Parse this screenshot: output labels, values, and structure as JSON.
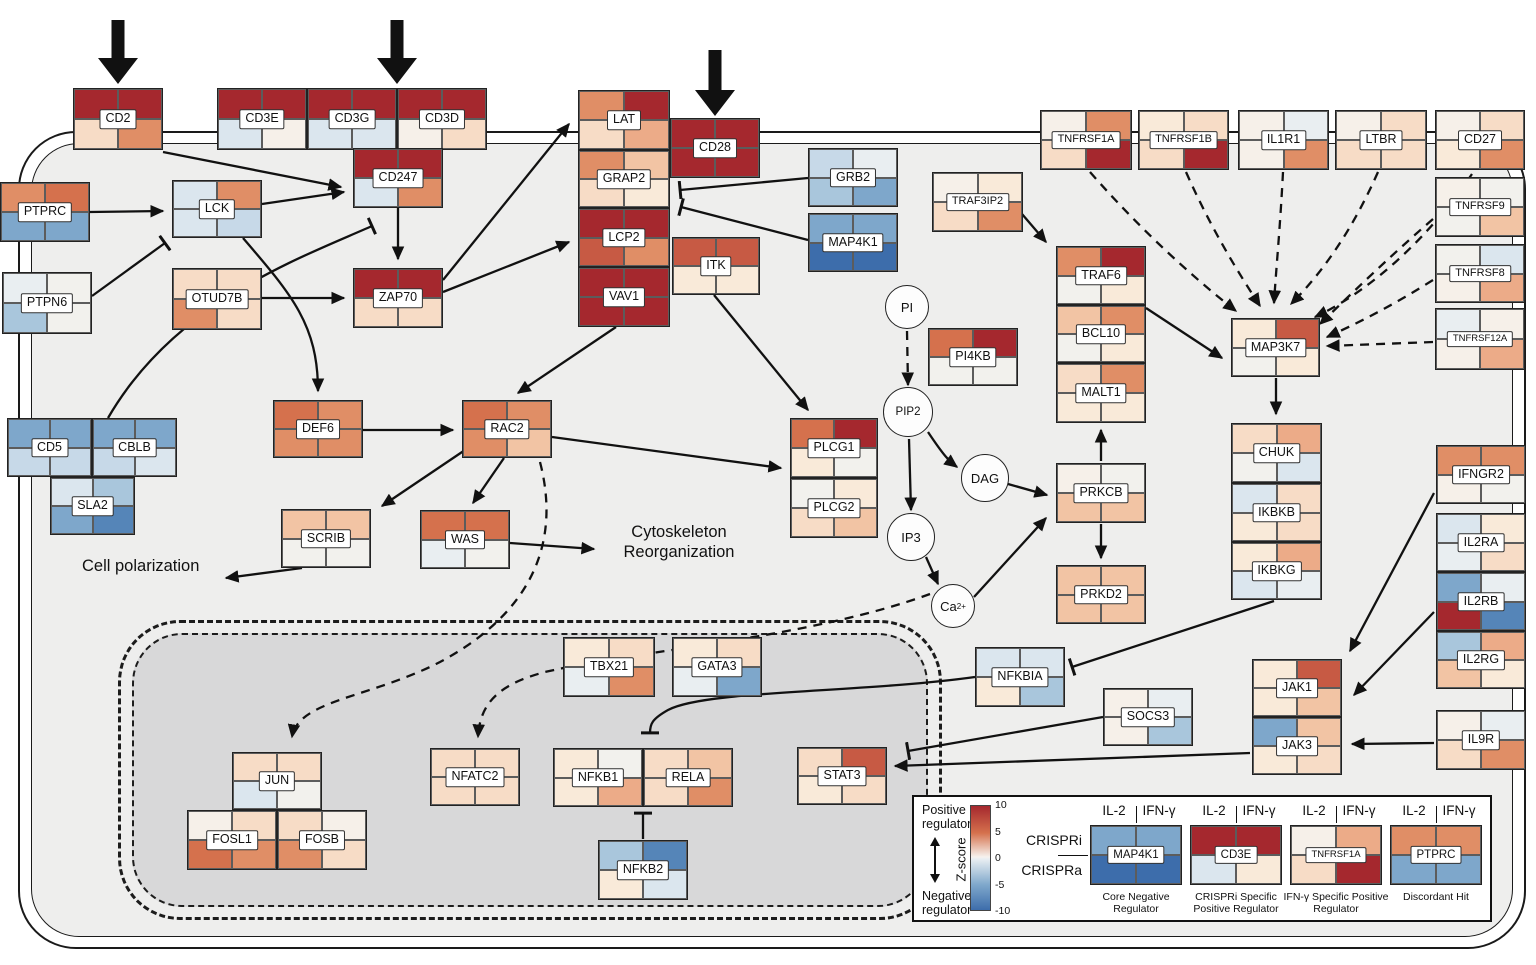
{
  "palette": {
    "r5": "#a5282e",
    "r4": "#c75a44",
    "r3": "#d5714d",
    "r2": "#e08e66",
    "r15": "#ecab88",
    "r1": "#f2c4a4",
    "r05": "#f7dcc6",
    "r02": "#f9ead9",
    "w": "#f6f0e9",
    "w0": "#f2f1ed",
    "b02": "#e9eef1",
    "b05": "#dbe6ee",
    "b1": "#c7d9e8",
    "b2": "#a9c6dc",
    "b3": "#7ea7cb",
    "b4": "#5585b8",
    "b5": "#3d6dab"
  },
  "nodes": [
    {
      "id": "CD2",
      "label": "CD2",
      "cells": [
        "r5",
        "r5",
        "r05",
        "r2"
      ]
    },
    {
      "id": "CD3E",
      "label": "CD3E",
      "cells": [
        "r5",
        "r5",
        "b05",
        "w"
      ]
    },
    {
      "id": "CD3G",
      "label": "CD3G",
      "cells": [
        "r5",
        "r5",
        "b05",
        "b05"
      ]
    },
    {
      "id": "CD3D",
      "label": "CD3D",
      "cells": [
        "r5",
        "r5",
        "w",
        "r05"
      ]
    },
    {
      "id": "CD28",
      "label": "CD28",
      "cells": [
        "r5",
        "r5",
        "r5",
        "r5"
      ]
    },
    {
      "id": "LAT",
      "label": "LAT",
      "cells": [
        "r2",
        "r5",
        "r05",
        "r15"
      ]
    },
    {
      "id": "GRAP2",
      "label": "GRAP2",
      "cells": [
        "r2",
        "r1",
        "r05",
        "r02"
      ]
    },
    {
      "id": "LCP2",
      "label": "LCP2",
      "cells": [
        "r5",
        "r5",
        "r4",
        "r2"
      ]
    },
    {
      "id": "VAV1",
      "label": "VAV1",
      "cells": [
        "r5",
        "r5",
        "r5",
        "r5"
      ]
    },
    {
      "id": "ITK",
      "label": "ITK",
      "cells": [
        "r4",
        "r4",
        "r02",
        "r02"
      ]
    },
    {
      "id": "PTPRC",
      "label": "PTPRC",
      "cells": [
        "r2",
        "r3",
        "b3",
        "b3"
      ]
    },
    {
      "id": "LCK",
      "label": "LCK",
      "cells": [
        "b05",
        "r2",
        "b05",
        "b1"
      ]
    },
    {
      "id": "PTPN6",
      "label": "PTPN6",
      "cells": [
        "b02",
        "w0",
        "b2",
        "w0"
      ]
    },
    {
      "id": "OTUD7B",
      "label": "OTUD7B",
      "cells": [
        "r05",
        "r05",
        "r2",
        "r05"
      ]
    },
    {
      "id": "CD247",
      "label": "CD247",
      "cells": [
        "r5",
        "r5",
        "b05",
        "r2"
      ]
    },
    {
      "id": "ZAP70",
      "label": "ZAP70",
      "cells": [
        "r5",
        "r5",
        "r05",
        "r05"
      ]
    },
    {
      "id": "GRB2",
      "label": "GRB2",
      "cells": [
        "b1",
        "b02",
        "b2",
        "b3"
      ]
    },
    {
      "id": "MAP4K1",
      "label": "MAP4K1",
      "cells": [
        "b3",
        "b3",
        "b5",
        "b5"
      ]
    },
    {
      "id": "TRAF3IP2",
      "label": "TRAF3IP2",
      "cells": [
        "w",
        "r02",
        "r05",
        "r2"
      ]
    },
    {
      "id": "PI4KB",
      "label": "PI4KB",
      "cells": [
        "r3",
        "r5",
        "w0",
        "w0"
      ]
    },
    {
      "id": "TNFRSF1A",
      "label": "TNFRSF1A",
      "cells": [
        "w",
        "r2",
        "r05",
        "r5"
      ]
    },
    {
      "id": "TNFRSF1B",
      "label": "TNFRSF1B",
      "cells": [
        "r02",
        "r05",
        "r05",
        "r5"
      ]
    },
    {
      "id": "IL1R1",
      "label": "IL1R1",
      "cells": [
        "w",
        "b02",
        "w",
        "r2"
      ]
    },
    {
      "id": "LTBR",
      "label": "LTBR",
      "cells": [
        "w",
        "r05",
        "r05",
        "r05"
      ]
    },
    {
      "id": "CD27",
      "label": "CD27",
      "cells": [
        "w",
        "r05",
        "r02",
        "r2"
      ]
    },
    {
      "id": "TNFRSF9",
      "label": "TNFRSF9",
      "cells": [
        "w",
        "w0",
        "w0",
        "r1"
      ]
    },
    {
      "id": "TNFRSF8",
      "label": "TNFRSF8",
      "cells": [
        "w0",
        "b05",
        "w",
        "r15"
      ]
    },
    {
      "id": "TNFRSF12A",
      "label": "TNFRSF12A",
      "cells": [
        "b02",
        "w",
        "w",
        "r15"
      ]
    },
    {
      "id": "TRAF6",
      "label": "TRAF6",
      "cells": [
        "r2",
        "r5",
        "w0",
        "r02"
      ]
    },
    {
      "id": "BCL10",
      "label": "BCL10",
      "cells": [
        "r1",
        "r2",
        "w0",
        "r02"
      ]
    },
    {
      "id": "MALT1",
      "label": "MALT1",
      "cells": [
        "r05",
        "r2",
        "r02",
        "r02"
      ]
    },
    {
      "id": "MAP3K7",
      "label": "MAP3K7",
      "cells": [
        "r02",
        "r4",
        "w0",
        "r02"
      ]
    },
    {
      "id": "CHUK",
      "label": "CHUK",
      "cells": [
        "r05",
        "r15",
        "w0",
        "b05"
      ]
    },
    {
      "id": "IKBKB",
      "label": "IKBKB",
      "cells": [
        "b05",
        "r05",
        "r02",
        "r05"
      ]
    },
    {
      "id": "IKBKG",
      "label": "IKBKG",
      "cells": [
        "r02",
        "r15",
        "b05",
        "b02"
      ]
    },
    {
      "id": "PRKCB",
      "label": "PRKCB",
      "cells": [
        "w",
        "w0",
        "r1",
        "r1"
      ]
    },
    {
      "id": "PRKD2",
      "label": "PRKD2",
      "cells": [
        "r1",
        "r1",
        "r1",
        "r1"
      ]
    },
    {
      "id": "CD5",
      "label": "CD5",
      "cells": [
        "b3",
        "b3",
        "b1",
        "b1"
      ]
    },
    {
      "id": "CBLB",
      "label": "CBLB",
      "cells": [
        "b3",
        "b3",
        "b1",
        "b05"
      ]
    },
    {
      "id": "SLA2",
      "label": "SLA2",
      "cells": [
        "b05",
        "b2",
        "b3",
        "b4"
      ]
    },
    {
      "id": "DEF6",
      "label": "DEF6",
      "cells": [
        "r3",
        "r2",
        "r2",
        "r2"
      ]
    },
    {
      "id": "RAC2",
      "label": "RAC2",
      "cells": [
        "r3",
        "r2",
        "r2",
        "r1"
      ]
    },
    {
      "id": "SCRIB",
      "label": "SCRIB",
      "cells": [
        "r1",
        "r1",
        "w0",
        "w0"
      ]
    },
    {
      "id": "WAS",
      "label": "WAS",
      "cells": [
        "r3",
        "r3",
        "b02",
        "w0"
      ]
    },
    {
      "id": "PLCG1",
      "label": "PLCG1",
      "cells": [
        "r3",
        "r5",
        "r02",
        "w0"
      ]
    },
    {
      "id": "PLCG2",
      "label": "PLCG2",
      "cells": [
        "w0",
        "r02",
        "r05",
        "r1"
      ]
    },
    {
      "id": "IFNGR2",
      "label": "IFNGR2",
      "cells": [
        "r2",
        "r2",
        "w",
        "w0"
      ]
    },
    {
      "id": "IL2RA",
      "label": "IL2RA",
      "cells": [
        "b05",
        "r02",
        "b02",
        "r05"
      ]
    },
    {
      "id": "IL2RB",
      "label": "IL2RB",
      "cells": [
        "b3",
        "b02",
        "r5",
        "b4"
      ]
    },
    {
      "id": "IL2RG",
      "label": "IL2RG",
      "cells": [
        "b2",
        "r15",
        "r1",
        "r02"
      ]
    },
    {
      "id": "IL9R",
      "label": "IL9R",
      "cells": [
        "w",
        "b02",
        "r05",
        "r2"
      ]
    },
    {
      "id": "NFKBIA",
      "label": "NFKBIA",
      "cells": [
        "b05",
        "b05",
        "r02",
        "b2"
      ]
    },
    {
      "id": "SOCS3",
      "label": "SOCS3",
      "cells": [
        "w",
        "b02",
        "w",
        "b2"
      ]
    },
    {
      "id": "JAK1",
      "label": "JAK1",
      "cells": [
        "r02",
        "r4",
        "r02",
        "r1"
      ]
    },
    {
      "id": "JAK3",
      "label": "JAK3",
      "cells": [
        "b3",
        "r1",
        "r02",
        "r05"
      ]
    },
    {
      "id": "STAT3",
      "label": "STAT3",
      "cells": [
        "r05",
        "r4",
        "r02",
        "r05"
      ]
    },
    {
      "id": "TBX21",
      "label": "TBX21",
      "cells": [
        "r02",
        "r05",
        "b02",
        "r2"
      ]
    },
    {
      "id": "GATA3",
      "label": "GATA3",
      "cells": [
        "r02",
        "r05",
        "b02",
        "b3"
      ]
    },
    {
      "id": "JUN",
      "label": "JUN",
      "cells": [
        "r05",
        "r05",
        "b05",
        "w0"
      ]
    },
    {
      "id": "FOSL1",
      "label": "FOSL1",
      "cells": [
        "w",
        "r05",
        "r3",
        "r2"
      ]
    },
    {
      "id": "FOSB",
      "label": "FOSB",
      "cells": [
        "r05",
        "w",
        "r2",
        "r05"
      ]
    },
    {
      "id": "NFATC2",
      "label": "NFATC2",
      "cells": [
        "r05",
        "r05",
        "r05",
        "r05"
      ]
    },
    {
      "id": "NFKB1",
      "label": "NFKB1",
      "cells": [
        "r02",
        "w0",
        "r02",
        "r15"
      ]
    },
    {
      "id": "RELA",
      "label": "RELA",
      "cells": [
        "r05",
        "r1",
        "r05",
        "r2"
      ]
    },
    {
      "id": "NFKB2",
      "label": "NFKB2",
      "cells": [
        "b2",
        "b4",
        "r02",
        "b05"
      ]
    }
  ],
  "circles": [
    {
      "id": "PI",
      "label": "PI"
    },
    {
      "id": "PIP2",
      "label": "PIP2"
    },
    {
      "id": "DAG",
      "label": "DAG"
    },
    {
      "id": "IP3",
      "label": "IP3"
    },
    {
      "id": "CA",
      "label": "Ca",
      "sup": "2+"
    }
  ],
  "annotations": {
    "cell_polarization": "Cell polarization",
    "cytoskeleton_reorganization": "Cytoskeleton Reorganization"
  },
  "screen_indicator_arrows": [
    {
      "points_at": "CD2"
    },
    {
      "points_at": "CD3G/CD3D"
    },
    {
      "points_at": "CD28"
    }
  ],
  "edges": [
    {
      "from": "CD2",
      "to": "CD247",
      "type": "activates",
      "style": "solid"
    },
    {
      "from": "PTPRC",
      "to": "LCK",
      "type": "activates",
      "style": "solid"
    },
    {
      "from": "LCK",
      "to": "CD247",
      "type": "activates",
      "style": "solid"
    },
    {
      "from": "PTPN6",
      "to": "LCK",
      "type": "inhibits",
      "style": "solid"
    },
    {
      "from": "OTUD7B",
      "to": "ZAP70",
      "type": "activates",
      "style": "solid"
    },
    {
      "from": "CD247",
      "to": "ZAP70",
      "type": "activates",
      "style": "solid"
    },
    {
      "from": "CBLB",
      "to": "CD247",
      "type": "inhibits",
      "style": "solid"
    },
    {
      "from": "LCK",
      "to": "DEF6",
      "type": "activates",
      "style": "solid"
    },
    {
      "from": "ZAP70",
      "to": "LAT",
      "type": "activates",
      "style": "solid"
    },
    {
      "from": "ZAP70",
      "to": "LCP2",
      "type": "activates",
      "style": "solid"
    },
    {
      "from": "GRB2",
      "to": "GRAP2",
      "type": "inhibits",
      "style": "solid"
    },
    {
      "from": "MAP4K1",
      "to": "LCP2",
      "type": "inhibits",
      "style": "solid"
    },
    {
      "from": "VAV1",
      "to": "RAC2",
      "type": "activates",
      "style": "solid"
    },
    {
      "from": "DEF6",
      "to": "RAC2",
      "type": "activates",
      "style": "solid"
    },
    {
      "from": "RAC2",
      "to": "SCRIB",
      "type": "activates",
      "style": "solid"
    },
    {
      "from": "RAC2",
      "to": "WAS",
      "type": "activates",
      "style": "solid"
    },
    {
      "from": "RAC2",
      "to": "PLCG1",
      "type": "activates",
      "style": "solid"
    },
    {
      "from": "ITK",
      "to": "PLCG1",
      "type": "activates",
      "style": "solid"
    },
    {
      "from": "SCRIB",
      "to": "Cell polarization",
      "type": "activates",
      "style": "solid"
    },
    {
      "from": "WAS",
      "to": "Cytoskeleton Reorganization",
      "type": "activates",
      "style": "solid"
    },
    {
      "from": "PI",
      "to": "PIP2",
      "type": "activates",
      "style": "dashed"
    },
    {
      "from": "PIP2",
      "to": "DAG",
      "type": "activates",
      "style": "solid"
    },
    {
      "from": "PIP2",
      "to": "IP3",
      "type": "activates",
      "style": "solid"
    },
    {
      "from": "IP3",
      "to": "Ca2+",
      "type": "activates",
      "style": "solid"
    },
    {
      "from": "DAG",
      "to": "PRKCB",
      "type": "activates",
      "style": "solid"
    },
    {
      "from": "Ca2+",
      "to": "PRKCB",
      "type": "activates",
      "style": "solid"
    },
    {
      "from": "PRKCB",
      "to": "MALT1",
      "type": "activates",
      "style": "solid"
    },
    {
      "from": "PRKCB",
      "to": "PRKD2",
      "type": "activates",
      "style": "solid"
    },
    {
      "from": "TRAF3IP2",
      "to": "TRAF6",
      "type": "activates",
      "style": "solid"
    },
    {
      "from": "TRAF6",
      "to": "MAP3K7",
      "type": "activates",
      "style": "solid"
    },
    {
      "from": "TNFRSF1A",
      "to": "MAP3K7",
      "type": "activates",
      "style": "dashed"
    },
    {
      "from": "TNFRSF1B",
      "to": "MAP3K7",
      "type": "activates",
      "style": "dashed"
    },
    {
      "from": "IL1R1",
      "to": "MAP3K7",
      "type": "activates",
      "style": "dashed"
    },
    {
      "from": "LTBR",
      "to": "MAP3K7",
      "type": "activates",
      "style": "dashed"
    },
    {
      "from": "CD27",
      "to": "MAP3K7",
      "type": "activates",
      "style": "dashed"
    },
    {
      "from": "TNFRSF9",
      "to": "MAP3K7",
      "type": "activates",
      "style": "dashed"
    },
    {
      "from": "TNFRSF8",
      "to": "MAP3K7",
      "type": "activates",
      "style": "dashed"
    },
    {
      "from": "TNFRSF12A",
      "to": "MAP3K7",
      "type": "activates",
      "style": "dashed"
    },
    {
      "from": "MAP3K7",
      "to": "CHUK",
      "type": "activates",
      "style": "solid"
    },
    {
      "from": "IKBKG",
      "to": "NFKBIA",
      "type": "inhibits",
      "style": "solid"
    },
    {
      "from": "NFKBIA",
      "to": "NFKB1",
      "type": "inhibits",
      "style": "solid"
    },
    {
      "from": "NFKB2",
      "to": "RELA",
      "type": "inhibits",
      "style": "solid"
    },
    {
      "from": "SOCS3",
      "to": "STAT3",
      "type": "inhibits",
      "style": "solid"
    },
    {
      "from": "JAK3",
      "to": "STAT3",
      "type": "activates",
      "style": "solid"
    },
    {
      "from": "IFNGR2",
      "to": "JAK1",
      "type": "activates",
      "style": "solid"
    },
    {
      "from": "IL2RB",
      "to": "JAK3",
      "type": "activates",
      "style": "solid"
    },
    {
      "from": "IL9R",
      "to": "JAK3",
      "type": "activates",
      "style": "solid"
    },
    {
      "from": "RAC2",
      "to": "JUN",
      "type": "activates",
      "style": "dashed"
    },
    {
      "from": "Ca2+",
      "to": "NFATC2",
      "type": "activates",
      "style": "dashed"
    }
  ],
  "legend": {
    "positive_label": "Positive regulator",
    "negative_label": "Negative regulator",
    "scale_label": "Z-score",
    "colorbar_ticks": [
      "10",
      "5",
      "0",
      "-5",
      "-10"
    ],
    "colorbar_top_color": "#a5282e",
    "colorbar_bottom_color": "#3d6dab",
    "row_labels": [
      "CRISPRi",
      "CRISPRa"
    ],
    "col_labels": [
      "IL-2",
      "IFN-γ"
    ],
    "examples": [
      {
        "gene": "MAP4K1",
        "cells": [
          "b3",
          "b3",
          "b5",
          "b5"
        ],
        "caption": "Core Negative Regulator"
      },
      {
        "gene": "CD3E",
        "cells": [
          "r5",
          "r5",
          "b05",
          "r02"
        ],
        "caption": "CRISPRi Specific Positive Regulator"
      },
      {
        "gene": "TNFRSF1A",
        "cells": [
          "w",
          "r15",
          "r05",
          "r5"
        ],
        "caption": "IFN-γ Specific Positive Regulator"
      },
      {
        "gene": "PTPRC",
        "cells": [
          "r2",
          "r2",
          "b3",
          "b3"
        ],
        "caption": "Discordant Hit"
      }
    ]
  }
}
